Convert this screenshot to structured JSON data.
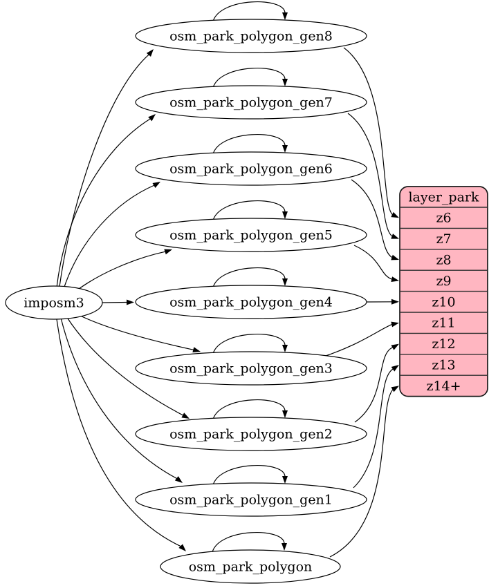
{
  "diagram": {
    "source": {
      "label": "imposm3"
    },
    "tables": [
      {
        "label": "osm_park_polygon_gen8",
        "target_zoom": "z6"
      },
      {
        "label": "osm_park_polygon_gen7",
        "target_zoom": "z7"
      },
      {
        "label": "osm_park_polygon_gen6",
        "target_zoom": "z8"
      },
      {
        "label": "osm_park_polygon_gen5",
        "target_zoom": "z9"
      },
      {
        "label": "osm_park_polygon_gen4",
        "target_zoom": "z10"
      },
      {
        "label": "osm_park_polygon_gen3",
        "target_zoom": "z11"
      },
      {
        "label": "osm_park_polygon_gen2",
        "target_zoom": "z12"
      },
      {
        "label": "osm_park_polygon_gen1",
        "target_zoom": "z13"
      },
      {
        "label": "osm_park_polygon",
        "target_zoom": "z14+"
      }
    ],
    "layer": {
      "title": "layer_park",
      "rows": [
        "z6",
        "z7",
        "z8",
        "z9",
        "z10",
        "z11",
        "z12",
        "z13",
        "z14+"
      ]
    },
    "colors": {
      "background": "#ffffff",
      "node_fill": "#ffffff",
      "node_stroke": "#000000",
      "edge": "#000000",
      "layer_fill": "#ffb6c1",
      "layer_stroke": "#1a1a1a",
      "row_divider": "#2f2f2f",
      "text": "#000000"
    }
  }
}
